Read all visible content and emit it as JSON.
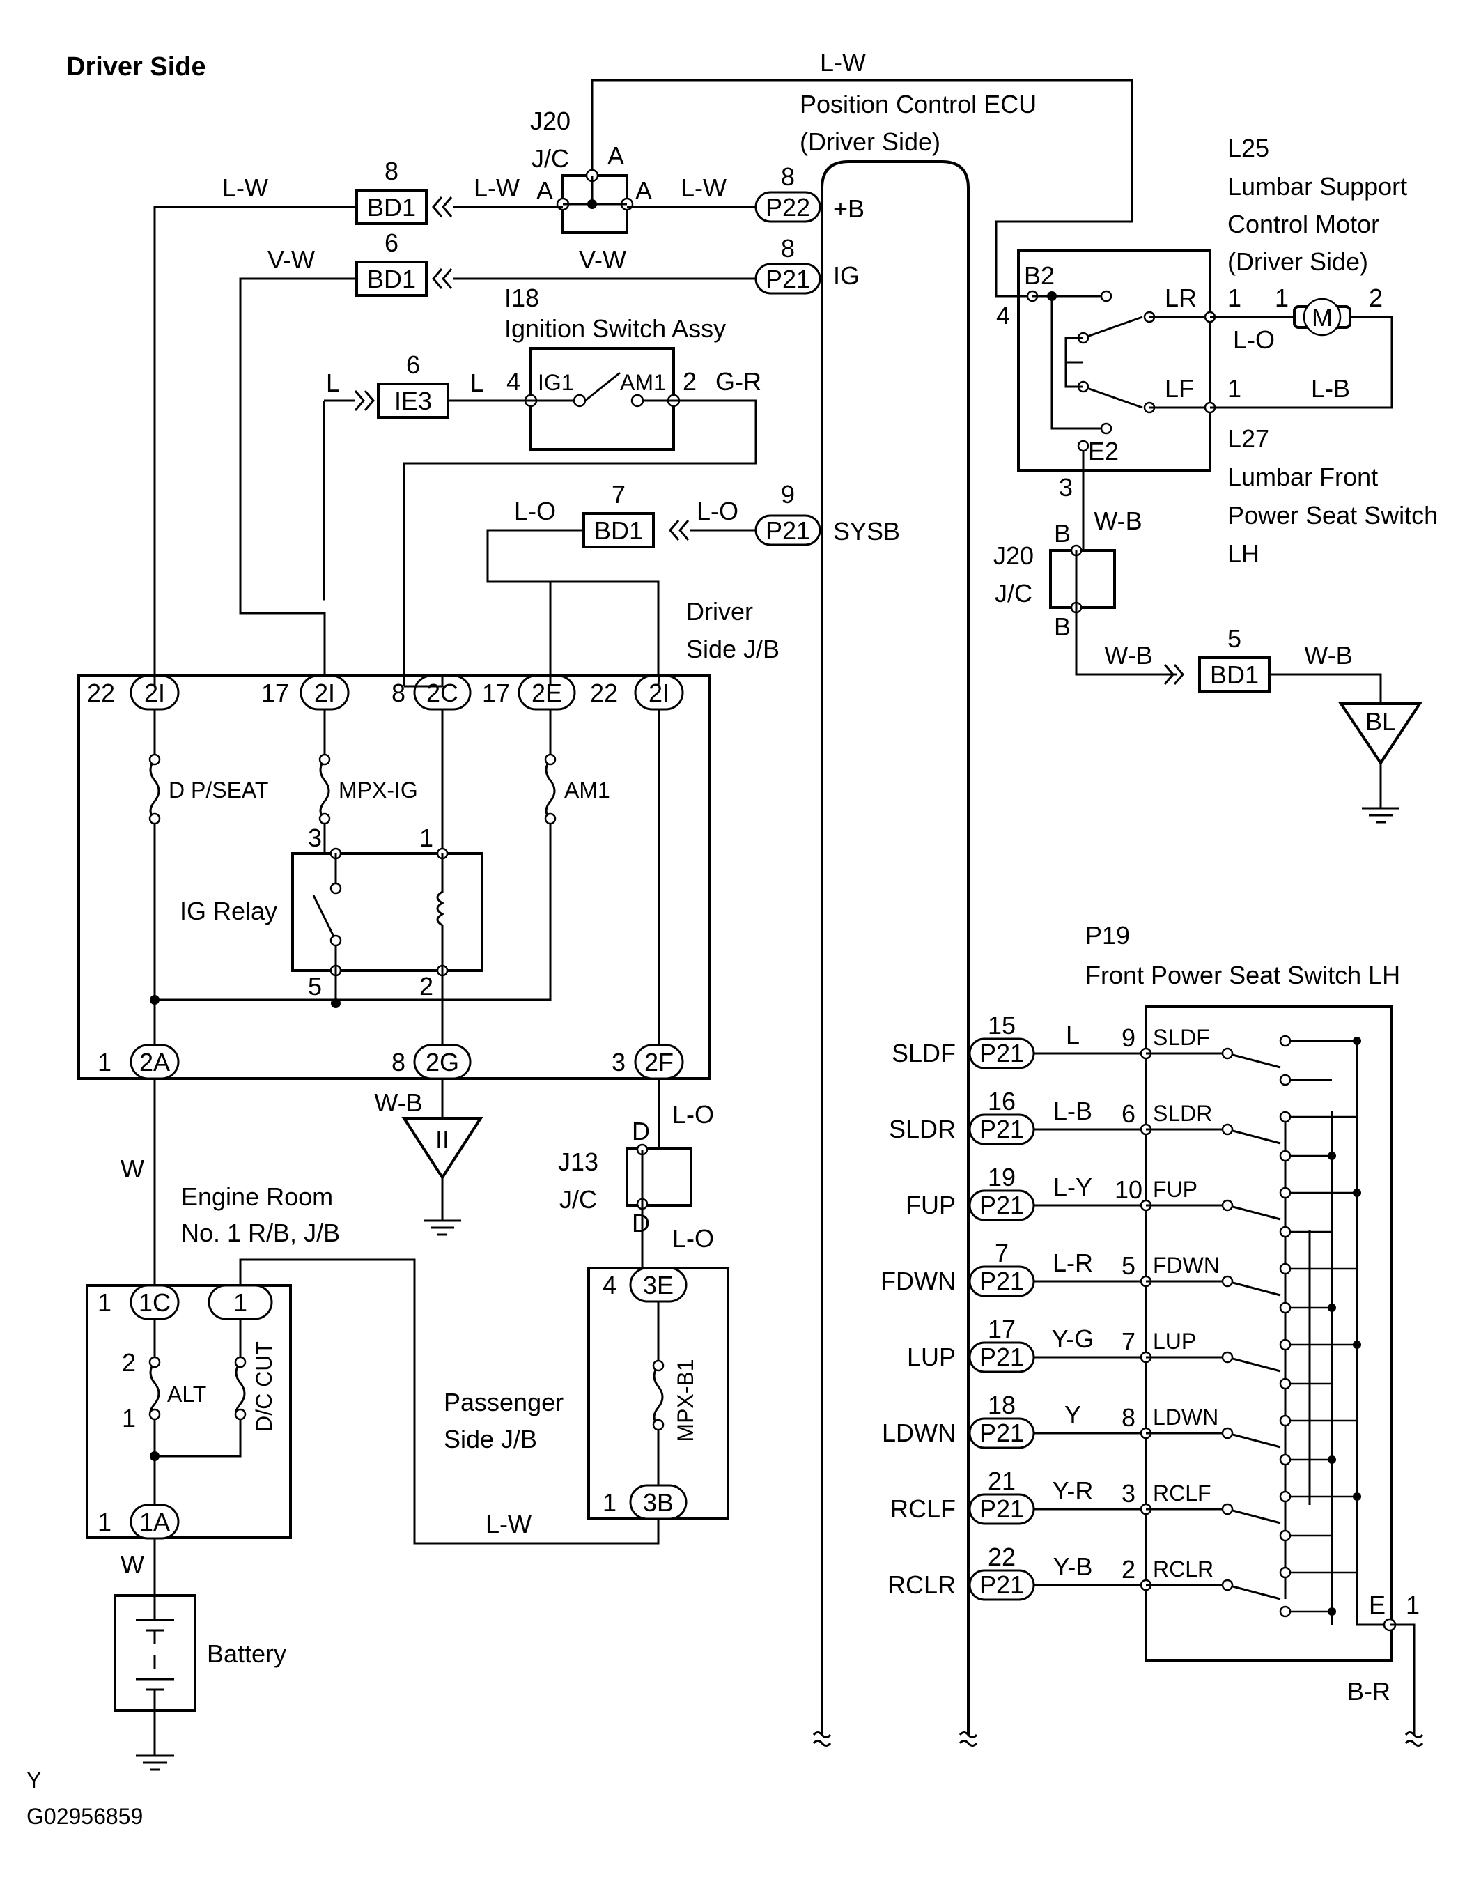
{
  "title": "Driver Side",
  "footer": {
    "code1": "Y",
    "code2": "G02956859"
  },
  "ecu": {
    "name": "Position Control ECU",
    "sub": "(Driver Side)",
    "pin_b": "+B",
    "pin_ig": "IG",
    "pin_sysb": "SYSB"
  },
  "j20_top": {
    "id": "J20",
    "type": "J/C",
    "pin_a": "A"
  },
  "j20_bottom": {
    "id": "J20",
    "type": "J/C",
    "pin_b": "B"
  },
  "j13": {
    "id": "J13",
    "type": "J/C",
    "pin_d": "D"
  },
  "ignition": {
    "id": "I18",
    "name": "Ignition Switch Assy",
    "ig1": "IG1",
    "am1": "AM1",
    "pin4": "4",
    "pin2": "2"
  },
  "lumbar_motor": {
    "id": "L25",
    "line1": "Lumbar Support",
    "line2": "Control Motor",
    "line3": "(Driver Side)",
    "symbol": "M"
  },
  "lumbar_switch": {
    "id": "L27",
    "line1": "Lumbar Front",
    "line2": "Power Seat Switch",
    "line3": "LH",
    "b2": "B2",
    "lr": "LR",
    "lf": "LF",
    "e2": "E2"
  },
  "seat_switch": {
    "id": "P19",
    "name": "Front Power Seat Switch LH",
    "e": "E",
    "e_pin": "1",
    "ground_wire": "B-R"
  },
  "driver_jb": {
    "line1": "Driver",
    "line2": "Side J/B"
  },
  "engine_rb": {
    "line1": "Engine  Room",
    "line2": "No. 1 R/B, J/B"
  },
  "passenger_jb": {
    "line1": "Passenger",
    "line2": "Side J/B"
  },
  "battery": "Battery",
  "ig_relay": "IG Relay",
  "fuses": {
    "dpseat": "D P/SEAT",
    "mpxig": "MPX-IG",
    "am1": "AM1",
    "alt": "ALT",
    "dccut": "D/C CUT",
    "mpxb1": "MPX-B1"
  },
  "grounds": {
    "bl": "BL",
    "ii": "II"
  },
  "wires": {
    "lw": "L-W",
    "vw": "V-W",
    "l": "L",
    "gr": "G-R",
    "lo": "L-O",
    "wb": "W-B",
    "w": "W",
    "lb": "L-B"
  },
  "connectors": {
    "bd1": "BD1",
    "ie3": "IE3",
    "p22": "P22",
    "p21": "P21",
    "c2i": "2I",
    "c2c": "2C",
    "c2e": "2E",
    "c2a": "2A",
    "c2g": "2G",
    "c2f": "2F",
    "c1c": "1C",
    "c1": "1",
    "c1a": "1A",
    "c3e": "3E",
    "c3b": "3B"
  },
  "pins": {
    "p8": "8",
    "p6": "6",
    "p7": "7",
    "p9": "9",
    "p5": "5",
    "p4": "4",
    "p3": "3",
    "p2": "2",
    "p1": "1",
    "p17": "17",
    "p22": "22"
  },
  "switch_rows": [
    {
      "signal": "SLDF",
      "pin": "15",
      "wire": "L",
      "sw_pin": "9"
    },
    {
      "signal": "SLDR",
      "pin": "16",
      "wire": "L-B",
      "sw_pin": "6"
    },
    {
      "signal": "FUP",
      "pin": "19",
      "wire": "L-Y",
      "sw_pin": "10"
    },
    {
      "signal": "FDWN",
      "pin": "7",
      "wire": "L-R",
      "sw_pin": "5"
    },
    {
      "signal": "LUP",
      "pin": "17",
      "wire": "Y-G",
      "sw_pin": "7"
    },
    {
      "signal": "LDWN",
      "pin": "18",
      "wire": "Y",
      "sw_pin": "8"
    },
    {
      "signal": "RCLF",
      "pin": "21",
      "wire": "Y-R",
      "sw_pin": "3"
    },
    {
      "signal": "RCLR",
      "pin": "22",
      "wire": "Y-B",
      "sw_pin": "2"
    }
  ]
}
